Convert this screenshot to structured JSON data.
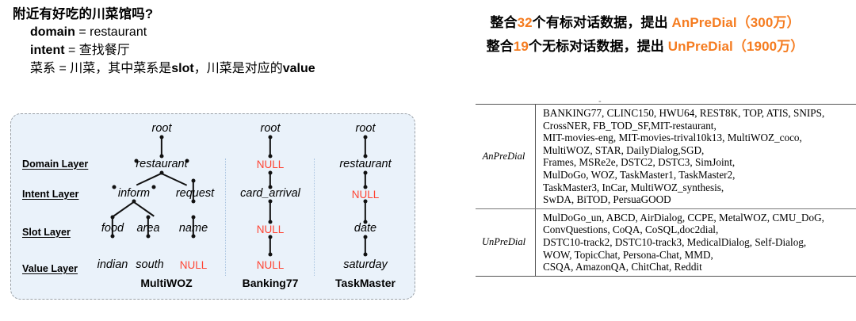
{
  "example": {
    "question": "附近有好吃的川菜馆吗?",
    "lines": [
      {
        "key": "domain",
        "sep": " = ",
        "value": "restaurant"
      },
      {
        "key": "intent",
        "sep": " = ",
        "value": "查找餐厅"
      }
    ],
    "slot_value_line": {
      "prefix": "菜系 = 川菜，其中菜系是",
      "bold1": "slot",
      "middle": "，川菜是对应的",
      "bold2": "value"
    }
  },
  "tree_panel": {
    "layers": [
      {
        "label": "Domain Layer"
      },
      {
        "label": "Intent Layer"
      },
      {
        "label": "Slot Layer"
      },
      {
        "label": "Value Layer"
      }
    ],
    "trees": [
      {
        "caption": "MultiWOZ",
        "nodes": [
          {
            "text": "root",
            "null": false
          },
          {
            "text": "restaurant",
            "null": false
          },
          {
            "text": "inform",
            "null": false
          },
          {
            "text": "request",
            "null": false
          },
          {
            "text": "food",
            "null": false
          },
          {
            "text": "area",
            "null": false
          },
          {
            "text": "name",
            "null": false
          },
          {
            "text": "indian",
            "null": false
          },
          {
            "text": "south",
            "null": false
          },
          {
            "text": "NULL",
            "null": true
          }
        ]
      },
      {
        "caption": "Banking77",
        "nodes": [
          {
            "text": "root",
            "null": false
          },
          {
            "text": "NULL",
            "null": true
          },
          {
            "text": "card_arrival",
            "null": false
          },
          {
            "text": "NULL",
            "null": true
          },
          {
            "text": "NULL",
            "null": true
          }
        ]
      },
      {
        "caption": "TaskMaster",
        "nodes": [
          {
            "text": "root",
            "null": false
          },
          {
            "text": "restaurant",
            "null": false
          },
          {
            "text": "NULL",
            "null": true
          },
          {
            "text": "date",
            "null": false
          },
          {
            "text": "saturday",
            "null": false
          }
        ]
      }
    ]
  },
  "headline": {
    "line1": {
      "a": "整合",
      "count": "32",
      "b": "个有标对话数据，提出 ",
      "name": "AnPreDial（300万）"
    },
    "line2": {
      "a": "整合",
      "count": "19",
      "b": "个无标对话数据，提出 ",
      "name": "UnPreDial（1900万）"
    }
  },
  "dataset_table": {
    "tiny_mark": "-",
    "rows": [
      {
        "label": "AnPreDial",
        "datasets": "BANKING77, CLINC150, HWU64, REST8K, TOP, ATIS, SNIPS,\nCrossNER, FB_TOD_SF,MIT-restaurant,\nMIT-movies-eng, MIT-movies-trival10k13, MultiWOZ_coco,\nMultiWOZ, STAR, DailyDialog,SGD,\nFrames, MSRe2e, DSTC2, DSTC3, SimJoint,\nMulDoGo, WOZ, TaskMaster1, TaskMaster2,\nTaskMaster3, InCar, MultiWOZ_synthesis,\nSwDA, BiTOD, PersuaGOOD"
      },
      {
        "label": "UnPreDial",
        "datasets": "MulDoGo_un, ABCD, AirDialog, CCPE, MetalWOZ, CMU_DoG,\nConvQuestions, CoQA, CoSQL,doc2dial,\nDSTC10-track2, DSTC10-track3, MedicalDialog, Self-Dialog,\nWOW, TopicChat, Persona-Chat, MMD,\nCSQA, AmazonQA, ChitChat, Reddit"
      }
    ]
  },
  "colors": {
    "accent_orange": "#f57c20",
    "null_red": "#ff4433",
    "panel_bg": "#eaf2fa",
    "panel_border": "#9aa0a6"
  }
}
